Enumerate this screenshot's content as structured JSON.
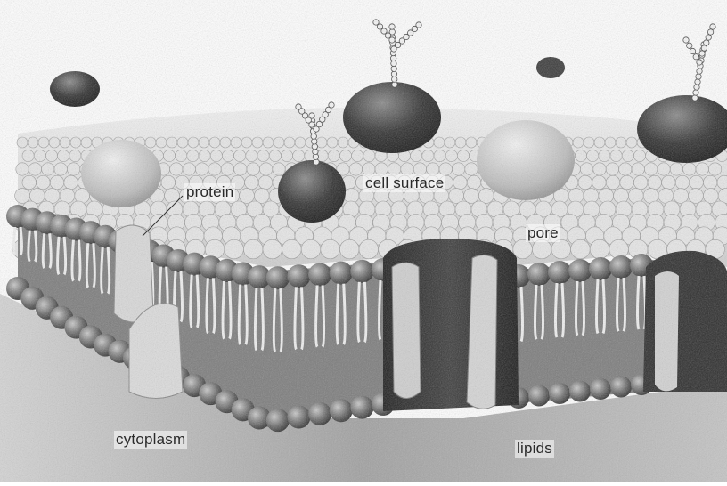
{
  "labels": {
    "protein": "protein",
    "cell_surface": "cell surface",
    "pore": "pore",
    "cytoplasm": "cytoplasm",
    "lipids": "lipids"
  },
  "colors": {
    "background": "#ffffff",
    "membrane_surface": "#dcdcdc",
    "lipid_head_dark": "#555555",
    "lipid_head_light": "#bdbdbd",
    "protein_dark": "#2e2e2e",
    "protein_light": "#d8d8d8",
    "cytoplasm_floor": "#9a9a9a"
  },
  "icons": {
    "protein": "embedded-protein",
    "glycoprotein": "glycoprotein-chain",
    "pore": "channel-pore"
  }
}
